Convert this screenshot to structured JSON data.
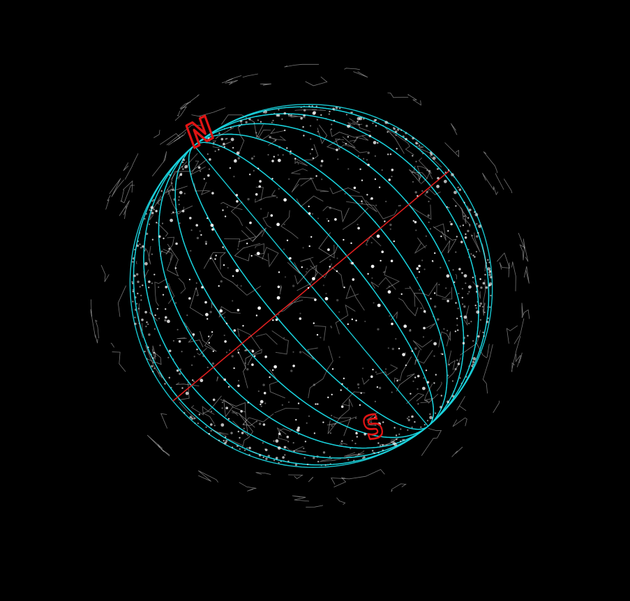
{
  "scene": {
    "type": "celestial-sphere-3d",
    "background_color": "#000000",
    "meridian_color": "#19d2dc",
    "equator_color": "#dc1e1e",
    "constellation_line_color": "#d6d6d6",
    "star_color": "#ffffff",
    "pole_label_color": "#e01414",
    "pole_labels": {
      "north": "N",
      "south": "S"
    },
    "meridian_count": 12,
    "star_count": 900,
    "constellation_polyline_count": 260
  }
}
